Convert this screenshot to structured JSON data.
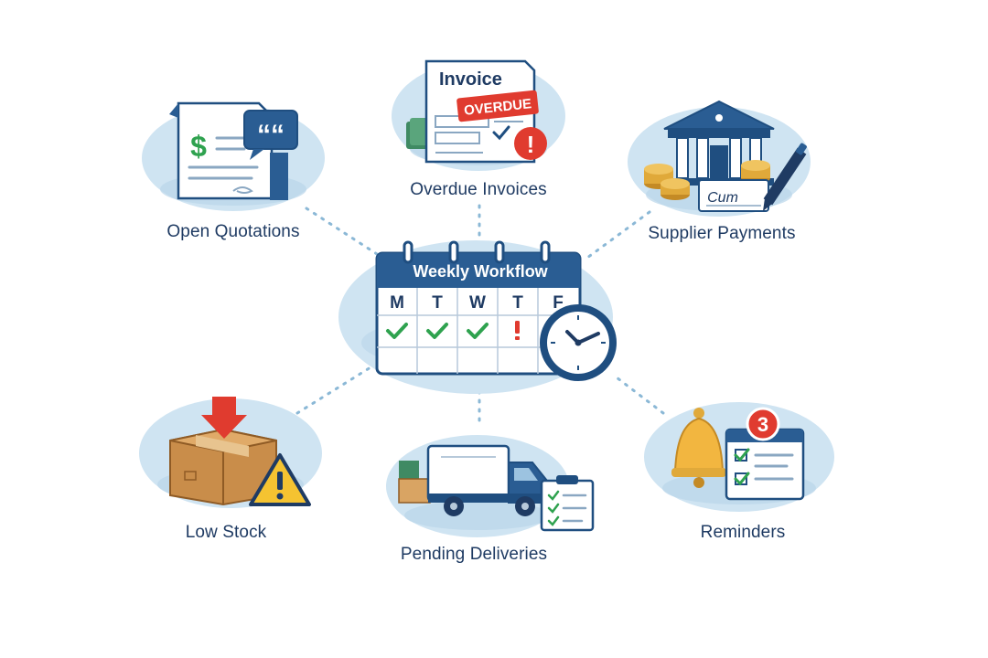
{
  "center": {
    "calendar_title": "Weekly Workflow",
    "days": [
      "M",
      "T",
      "W",
      "T",
      "F"
    ],
    "day_status_icons": [
      "check-icon",
      "check-icon",
      "check-icon",
      "exclamation-icon",
      "empty"
    ]
  },
  "nodes": {
    "open_quotations": {
      "label": "Open Quotations",
      "doc_symbol": "$",
      "bubble_symbol": "““"
    },
    "overdue_invoices": {
      "label": "Overdue Invoices",
      "doc_title": "Invoice",
      "stamp": "OVERDUE",
      "alert_symbol": "!"
    },
    "supplier_payments": {
      "label": "Supplier Payments",
      "cheque_signature": "Cum"
    },
    "low_stock": {
      "label": "Low Stock"
    },
    "pending_deliveries": {
      "label": "Pending Deliveries"
    },
    "reminders": {
      "label": "Reminders",
      "badge_count": "3"
    }
  },
  "colors": {
    "navy": "#1f4e80",
    "blob": "#cfe4f2",
    "green_check": "#2fa24f",
    "alert_red": "#e03b2f",
    "warning_yellow": "#f5c331",
    "gold": "#e0a93a"
  }
}
